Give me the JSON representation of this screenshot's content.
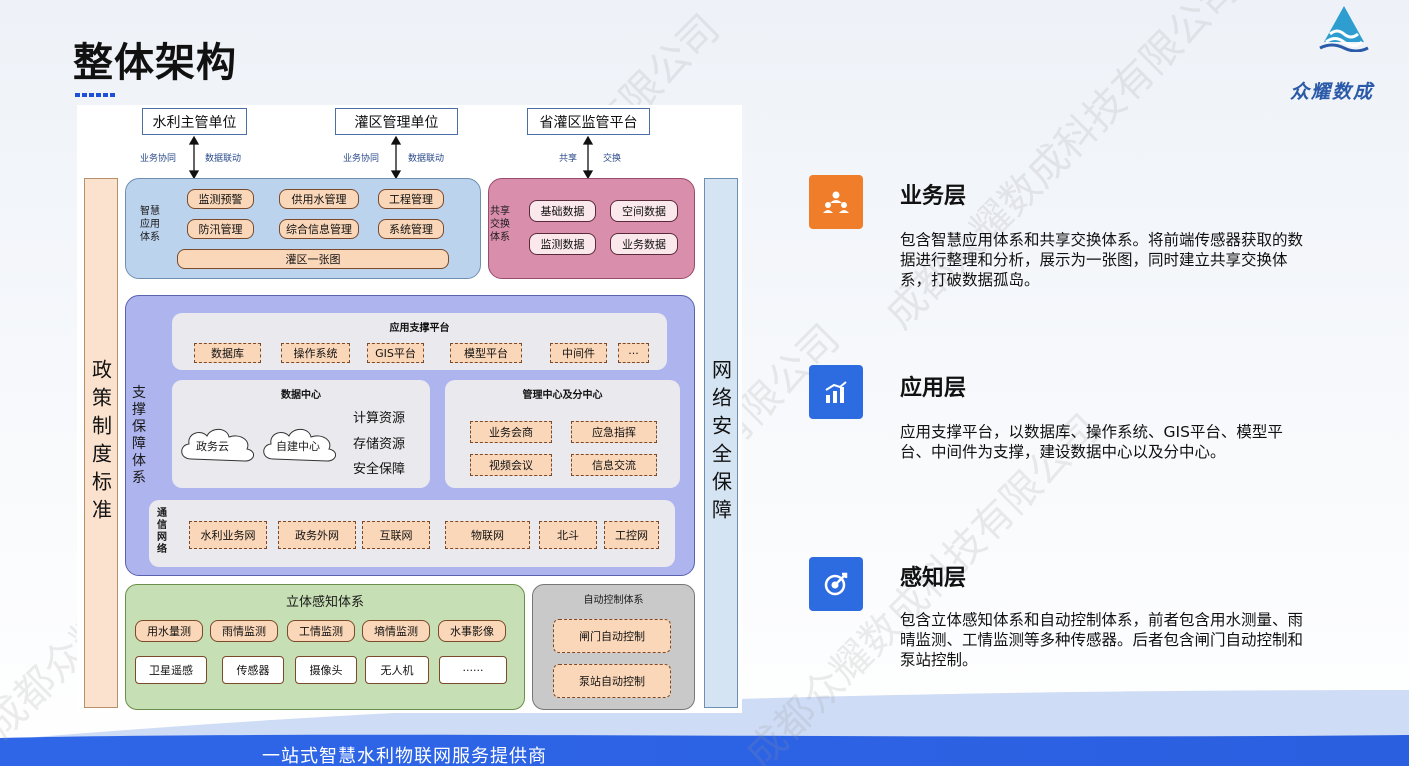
{
  "page": {
    "title": "整体架构",
    "logo_text": "众耀数成",
    "footer": "一站式智慧水利物联网服务提供商",
    "watermark": "成都众耀数成科技有限公司",
    "colors": {
      "accent_blue": "#1e4fd8",
      "footer_blue": "#2f66e8",
      "orange_icon": "#ef7d2a",
      "blue_icon": "#2d6be0"
    }
  },
  "diagram": {
    "top_units": [
      "水利主管单位",
      "灌区管理单位",
      "省灌区监管平台"
    ],
    "arrow_labels": [
      {
        "left": "业务协同",
        "right": "数据联动"
      },
      {
        "left": "业务协同",
        "right": "数据联动"
      },
      {
        "left": "共享",
        "right": "交换"
      }
    ],
    "left_side": "政策制度标准",
    "right_side": "网络安全保障",
    "business": {
      "label": "智慧应用体系",
      "items": [
        "监测预警",
        "供用水管理",
        "工程管理",
        "防汛管理",
        "综合信息管理",
        "系统管理"
      ],
      "bottom": "灌区一张图"
    },
    "share": {
      "label": "共享交换体系",
      "items": [
        "基础数据",
        "空间数据",
        "监测数据",
        "业务数据"
      ]
    },
    "support": {
      "label": "支撑保障体系",
      "platform": {
        "title": "应用支撑平台",
        "items": [
          "数据库",
          "操作系统",
          "GIS平台",
          "模型平台",
          "中间件",
          "···"
        ]
      },
      "data_center": {
        "title": "数据中心",
        "clouds": [
          "政务云",
          "自建中心"
        ],
        "resources": [
          "计算资源",
          "存储资源",
          "安全保障"
        ]
      },
      "mgmt": {
        "title": "管理中心及分中心",
        "items": [
          "业务会商",
          "应急指挥",
          "视频会议",
          "信息交流"
        ]
      },
      "network": {
        "label": "通信网络",
        "items": [
          "水利业务网",
          "政务外网",
          "互联网",
          "物联网",
          "北斗",
          "工控网"
        ]
      }
    },
    "perception": {
      "title": "立体感知体系",
      "row1": [
        "用水量测",
        "雨情监测",
        "工情监测",
        "墒情监测",
        "水事影像"
      ],
      "row2": [
        "卫星遥感",
        "传感器",
        "摄像头",
        "无人机",
        "······"
      ]
    },
    "control": {
      "title": "自动控制体系",
      "items": [
        "闸门自动控制",
        "泵站自动控制"
      ]
    }
  },
  "sections": [
    {
      "title": "业务层",
      "icon": "users-icon",
      "desc": "包含智慧应用体系和共享交换体系。将前端传感器获取的数据进行整理和分析，展示为一张图，同时建立共享交换体系，打破数据孤岛。"
    },
    {
      "title": "应用层",
      "icon": "bar-chart-icon",
      "desc": "应用支撑平台，以数据库、操作系统、GIS平台、模型平台、中间件为支撑，建设数据中心以及分中心。"
    },
    {
      "title": "感知层",
      "icon": "target-icon",
      "desc": "包含立体感知体系和自动控制体系，前者包含用水测量、雨晴监测、工情监测等多种传感器。后者包含闸门自动控制和泵站控制。"
    }
  ]
}
